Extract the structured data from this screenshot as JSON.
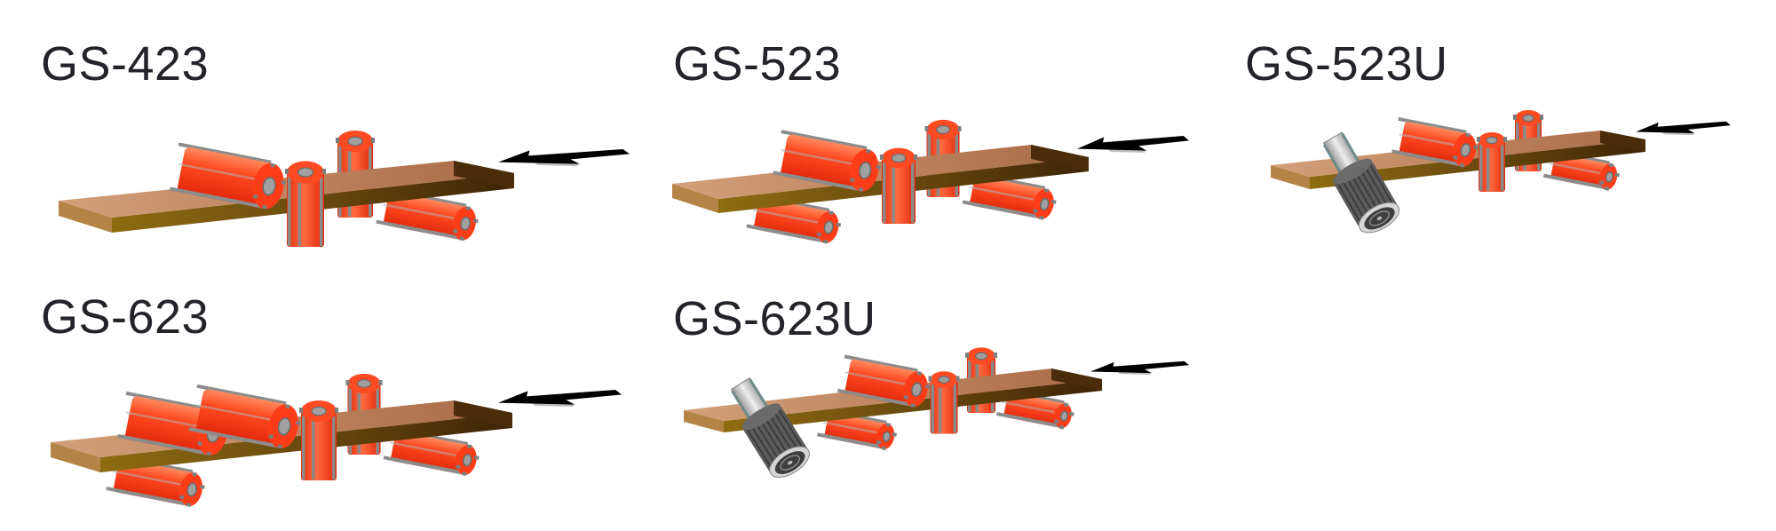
{
  "panels": [
    {
      "title": "GS-423",
      "icons": [
        "workpiece-board",
        "top-cutter",
        "right-vertical-cutter",
        "left-vertical-cutter",
        "bottom-cutter",
        "feed-direction-arrow"
      ]
    },
    {
      "title": "GS-523",
      "icons": [
        "workpiece-board",
        "top-cutter",
        "right-vertical-cutter",
        "left-vertical-cutter",
        "bottom-cutter",
        "bottom-cutter",
        "feed-direction-arrow"
      ]
    },
    {
      "title": "GS-523U",
      "icons": [
        "workpiece-board",
        "top-cutter",
        "right-vertical-cutter",
        "left-vertical-cutter",
        "bottom-cutter",
        "universal-spindle",
        "feed-direction-arrow"
      ]
    },
    {
      "title": "GS-623",
      "icons": [
        "workpiece-board",
        "top-cutter",
        "top-cutter",
        "right-vertical-cutter",
        "left-vertical-cutter",
        "bottom-cutter",
        "bottom-cutter",
        "feed-direction-arrow"
      ]
    },
    {
      "title": "GS-623U",
      "icons": [
        "workpiece-board",
        "top-cutter",
        "right-vertical-cutter",
        "left-vertical-cutter",
        "bottom-cutter",
        "bottom-cutter",
        "universal-spindle",
        "feed-direction-arrow"
      ]
    }
  ],
  "colors": {
    "cutter": "#f5401a",
    "board_top": "#c08a64",
    "board_front": "#6e4a10",
    "spindle": "#5a5a5a",
    "arrow": "#000000",
    "title": "#23232a"
  }
}
